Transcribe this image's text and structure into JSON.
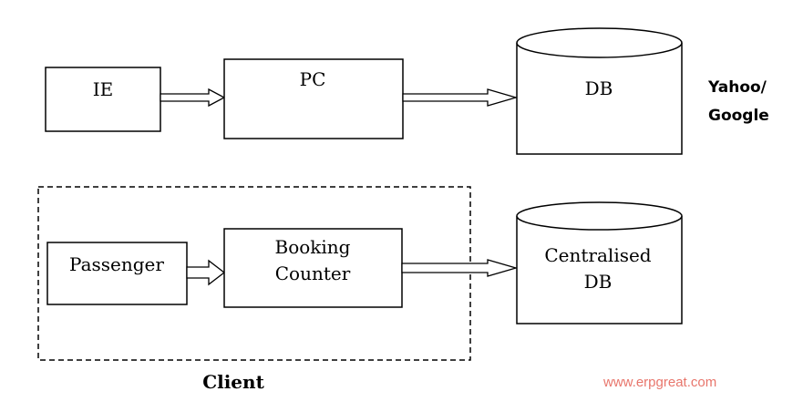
{
  "diagram": {
    "top_row": {
      "ie_label": "IE",
      "pc_label": "PC",
      "db_label": "DB",
      "side_label_line1": "Yahoo/",
      "side_label_line2": "Google"
    },
    "bottom_row": {
      "passenger_label": "Passenger",
      "booking_counter_line1": "Booking",
      "booking_counter_line2": "Counter",
      "centralised_db_line1": "Centralised",
      "centralised_db_line2": "DB",
      "client_label": "Client"
    },
    "watermark": "www.erpgreat.com"
  },
  "colors": {
    "stroke": "#000000",
    "watermark": "#e8766c"
  }
}
